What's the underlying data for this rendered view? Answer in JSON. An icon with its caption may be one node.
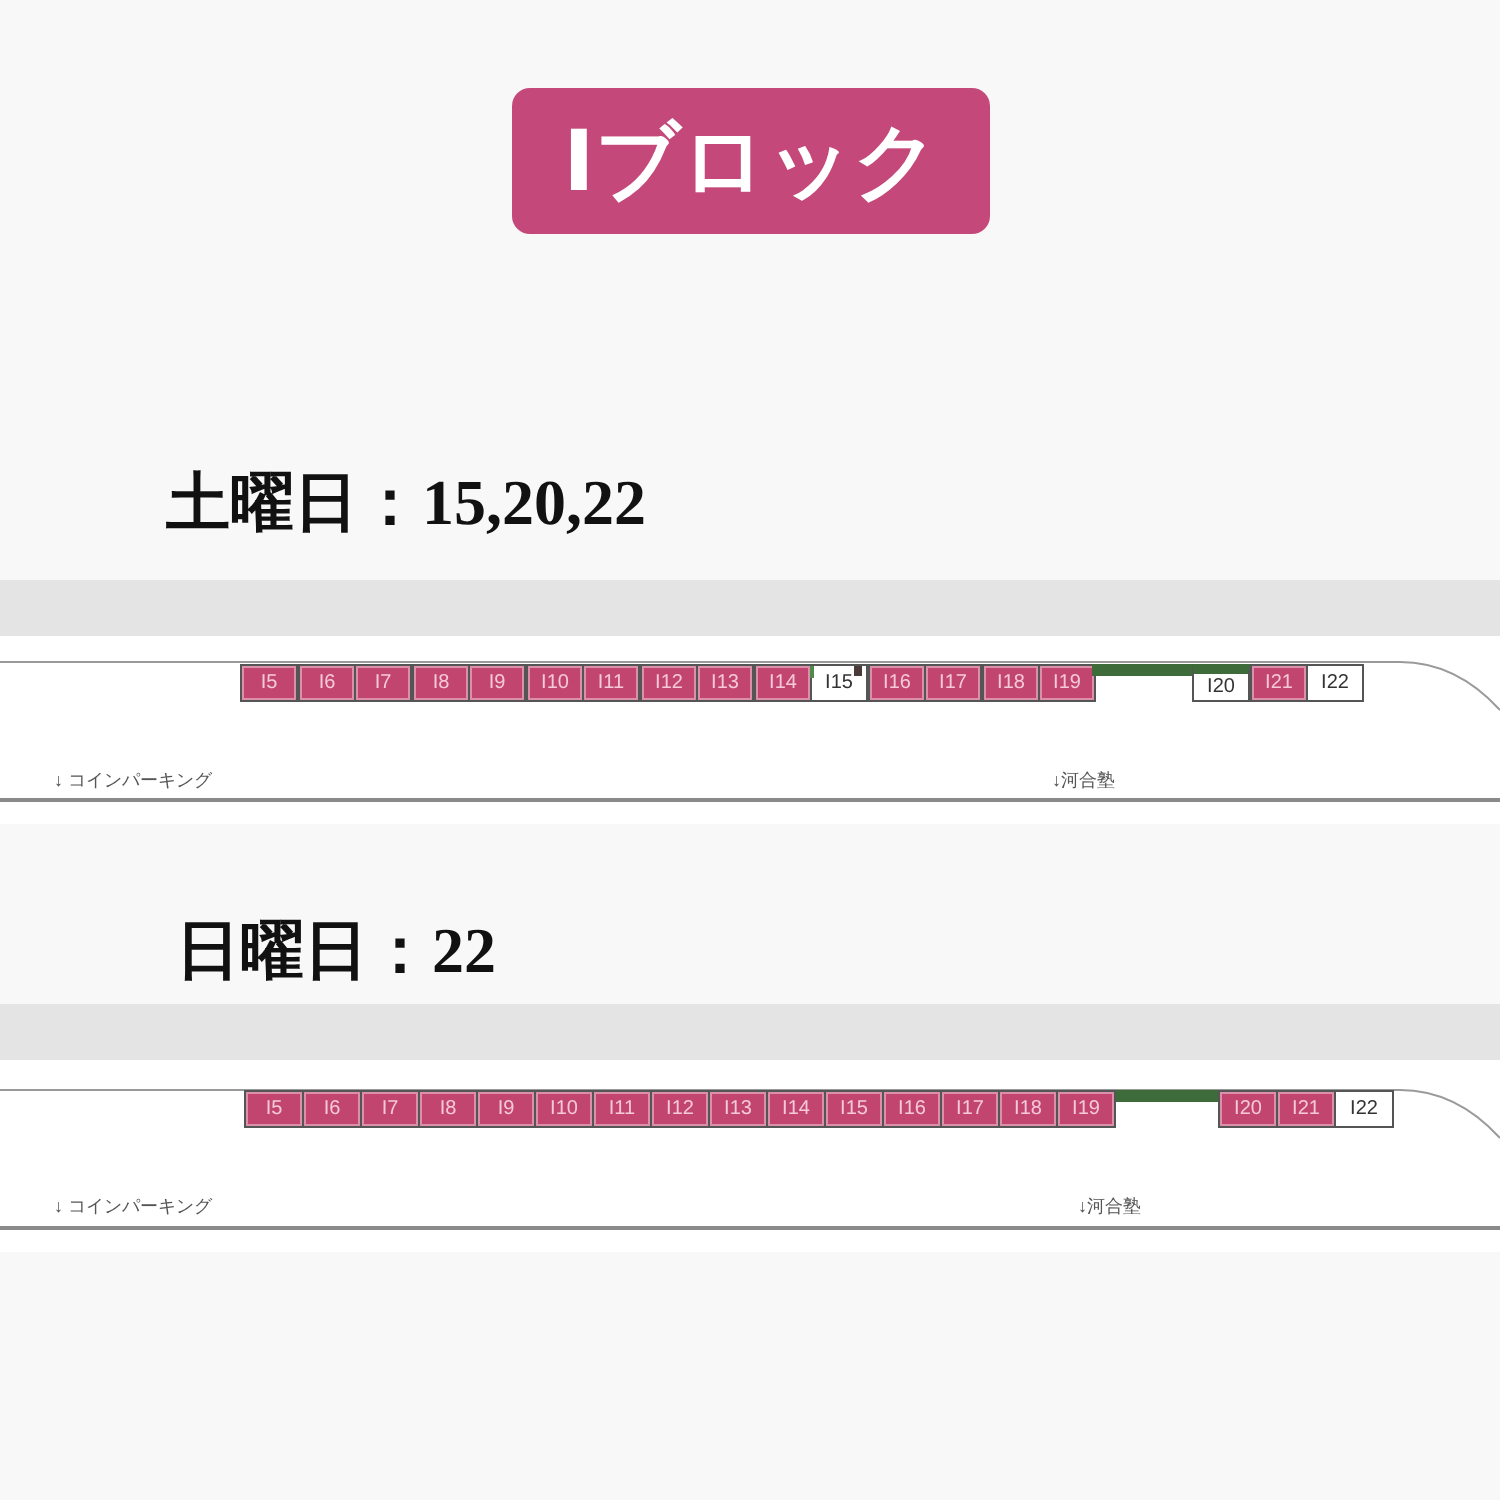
{
  "diagram": {
    "title": "Iブロック",
    "nodes": [
      {
        "text": [
          "I5"
        ]
      },
      {
        "text": [
          "I6"
        ]
      },
      {
        "text": [
          "I7"
        ]
      },
      {
        "text": [
          "I8"
        ]
      },
      {
        "text": [
          "I9"
        ]
      },
      {
        "text": [
          "I10"
        ]
      },
      {
        "text": [
          "I11"
        ]
      },
      {
        "text": [
          "I12"
        ]
      },
      {
        "text": [
          "I13"
        ]
      },
      {
        "text": [
          "I14"
        ]
      },
      {
        "text": [
          "I15"
        ]
      },
      {
        "text": [
          "I16"
        ]
      },
      {
        "text": [
          "I17"
        ]
      },
      {
        "text": [
          "I18"
        ]
      },
      {
        "text": [
          "I19"
        ]
      },
      {
        "text": [
          "I20"
        ]
      },
      {
        "text": [
          "I21"
        ]
      },
      {
        "text": [
          "I22"
        ]
      },
      {
        "text": [
          "I5"
        ]
      },
      {
        "text": [
          "I6"
        ]
      },
      {
        "text": [
          "I7"
        ]
      },
      {
        "text": [
          "I8"
        ]
      },
      {
        "text": [
          "I9"
        ]
      },
      {
        "text": [
          "I10"
        ]
      },
      {
        "text": [
          "I11"
        ]
      },
      {
        "text": [
          "I12"
        ]
      },
      {
        "text": [
          "I13"
        ]
      },
      {
        "text": [
          "I14"
        ]
      },
      {
        "text": [
          "I15"
        ]
      },
      {
        "text": [
          "I16"
        ]
      },
      {
        "text": [
          "I17"
        ]
      },
      {
        "text": [
          "I18"
        ]
      },
      {
        "text": [
          "I19"
        ]
      },
      {
        "text": [
          "I20"
        ]
      },
      {
        "text": [
          "I21"
        ]
      },
      {
        "text": [
          "I22"
        ]
      }
    ],
    "edges": [],
    "labels": [
      "土曜日：15,20,22",
      "↓ コインパーキング",
      "↓河合塾",
      "日曜日：22",
      "↓ コインパーキング",
      "↓河合塾"
    ]
  }
}
